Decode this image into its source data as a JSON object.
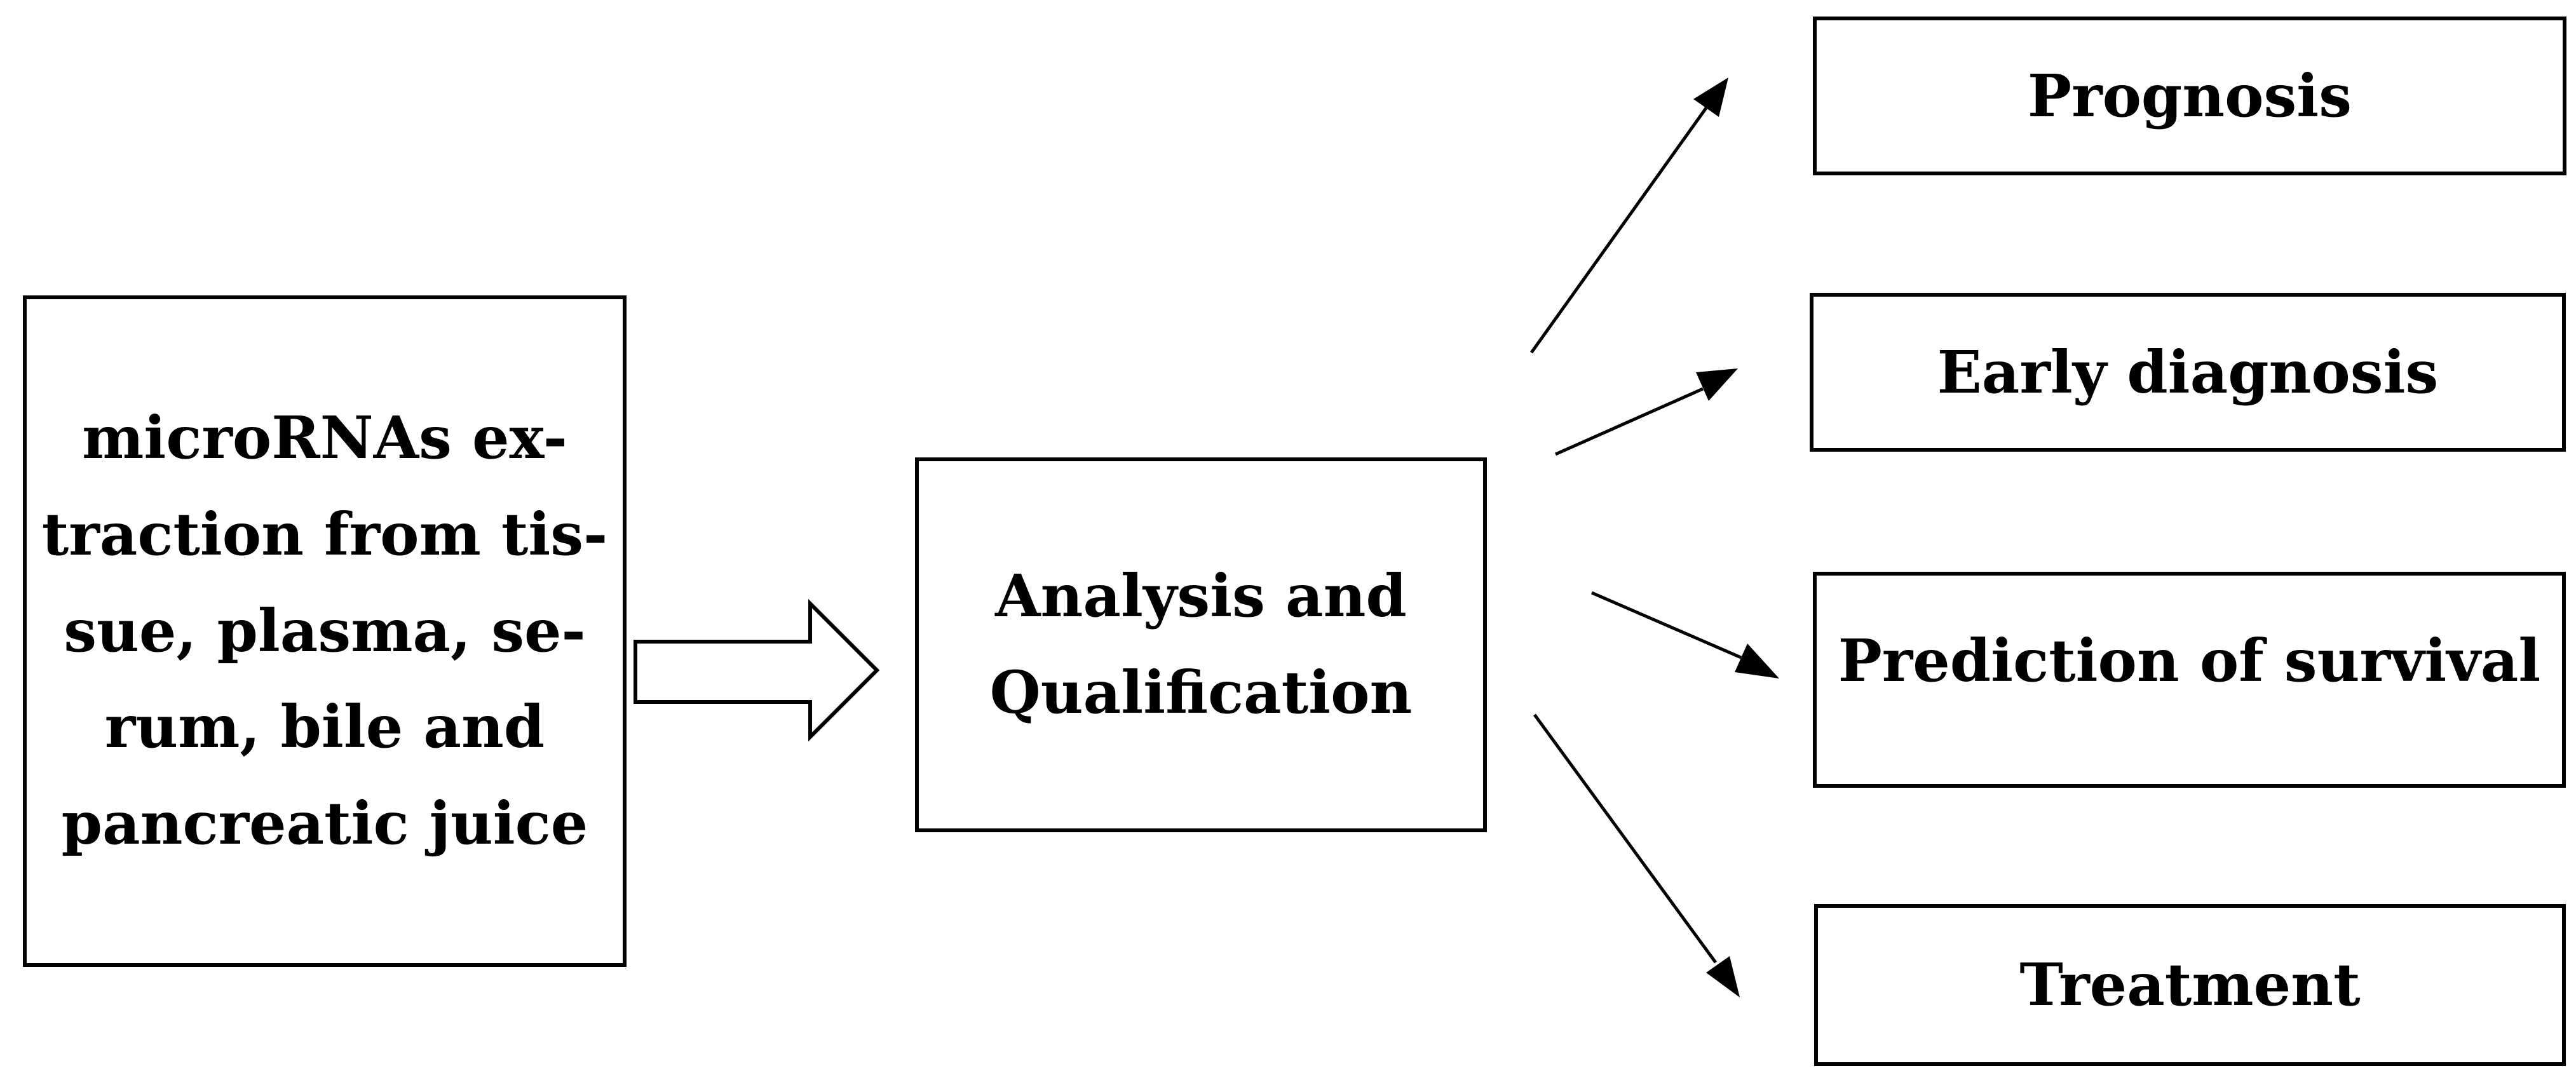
{
  "source": {
    "lines": [
      "microRNAs ex-",
      "traction from tis-",
      "sue, plasma, se-",
      "rum, bile and",
      "pancreatic juice"
    ]
  },
  "analysis": {
    "lines": [
      "Analysis and",
      "Qualification"
    ]
  },
  "outcomes": {
    "prognosis": "Prognosis",
    "early_diagnosis": "Early diagnosis",
    "prediction_of_survival": "Prediction of survival",
    "treatment": "Treatment"
  },
  "colors": {
    "stroke": "#000000",
    "background": "#ffffff"
  },
  "icons": {
    "connector": "hollow-block-arrow-right",
    "branches": "solid-arrowhead-lines"
  }
}
